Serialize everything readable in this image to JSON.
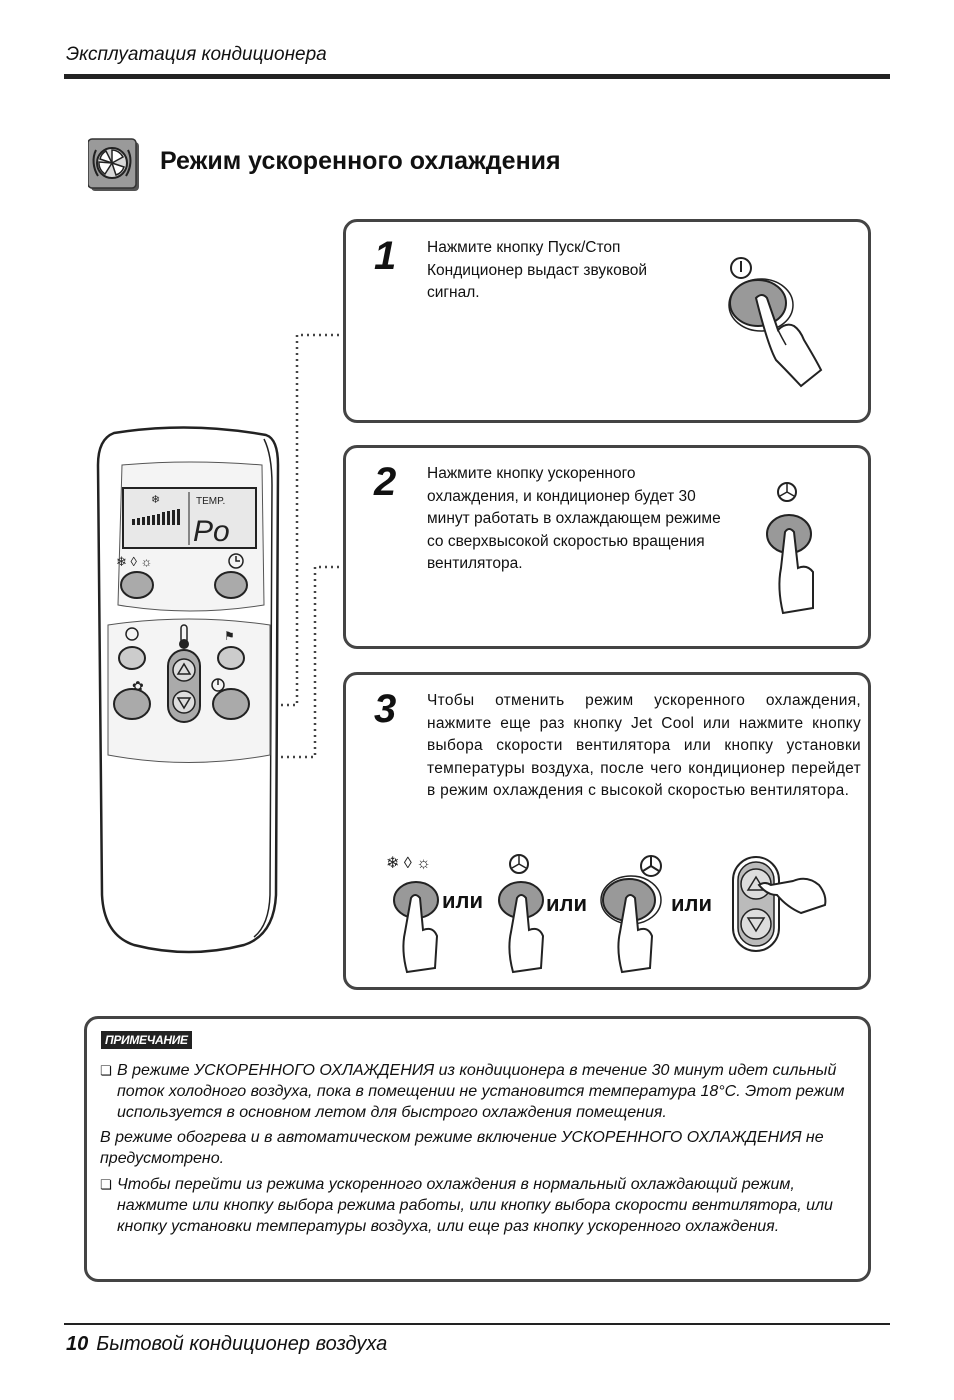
{
  "header": {
    "section": "Эксплуатация кондиционера"
  },
  "title": "Режим ускоренного охлаждения",
  "steps": [
    {
      "number": "1",
      "text": "Нажмите кнопку Пуск/Стоп\nКондиционер выдаст звуковой\nсигнал."
    },
    {
      "number": "2",
      "text": "Нажмите кнопку ускоренного\nохлаждения, и кондиционер будет 30\nминут работать в охлаждающем режиме\nсо сверхвысокой скоростью вращения\nвентилятора."
    },
    {
      "number": "3",
      "text": "Чтобы отменить режим ускоренного охлаждения, нажмите еще раз кнопку Jet Cool или нажмите кнопку выбора скорости вентилятора или кнопку установки температуры воздуха, после чего кондиционер перейдет в режим охлаждения с высокой скоростью вентилятора."
    }
  ],
  "or_label": "или",
  "remote": {
    "display_label": "TEMP.",
    "display_value": "Po"
  },
  "note": {
    "badge": "ПРИМЕЧАНИЕ",
    "item1": "В режиме УСКОРЕННОГО ОХЛАЖДЕНИЯ из кондиционера в течение 30 минут идет сильный поток холодного воздуха, пока в помещении не установится температура 18°C. Этот режим используется в основном летом для быстрого охлаждения помещения.",
    "para": "В режиме обогрева и в автоматическом режиме включение УСКОРЕННОГО ОХЛАЖДЕНИЯ не предусмотрено.",
    "item2": "Чтобы перейти из режима ускоренного охлаждения в нормальный охлаждающий режим, нажмите или кнопку выбора режима работы, или кнопку выбора скорости вентилятора, или кнопку установки температуры воздуха, или еще раз кнопку ускоренного охлаждения."
  },
  "footer": {
    "page_number": "10",
    "title": "Бытовой кондиционер воздуха"
  }
}
